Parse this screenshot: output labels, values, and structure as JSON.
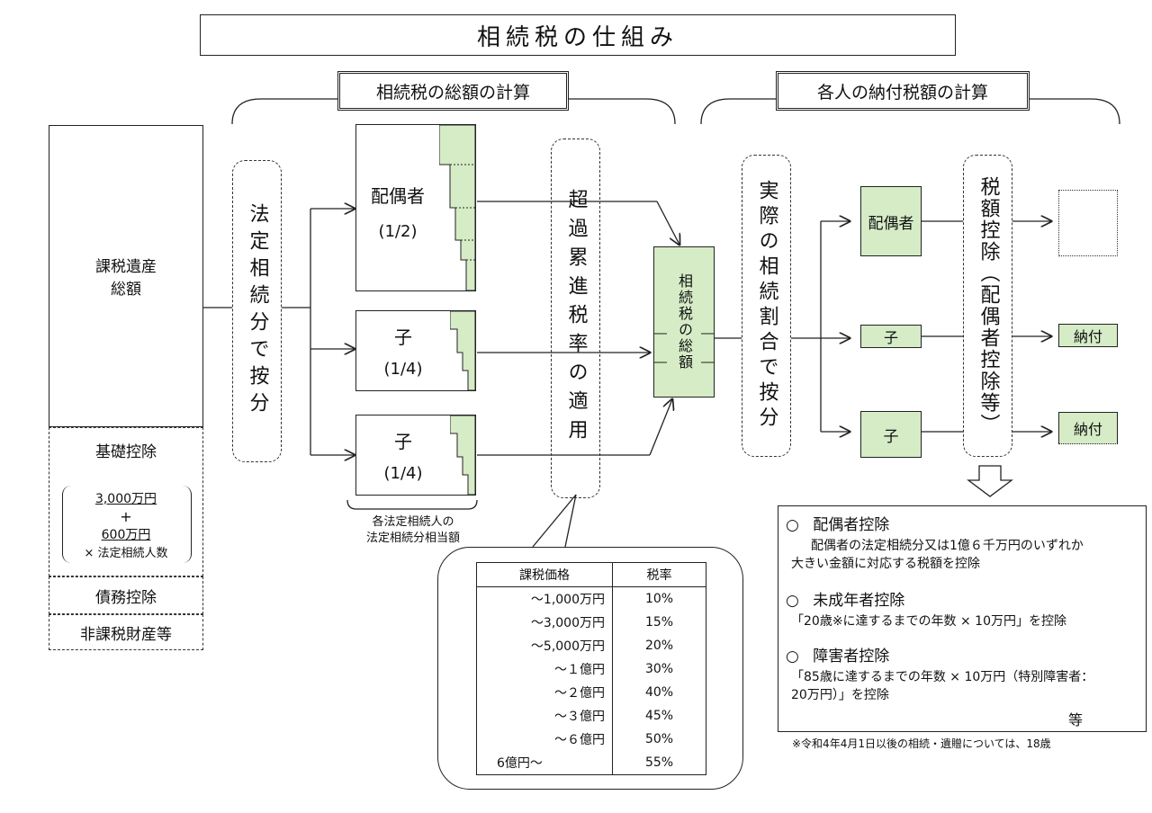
{
  "title": "相続税の仕組み",
  "section_total": "相続税の総額の計算",
  "section_each": "各人の納付税額の計算",
  "estate": {
    "taxable_total": "課税遺産\n総額",
    "basic_deduction": "基礎控除",
    "basic_amount": "3,000万円",
    "plus": "+",
    "per_heir_amount": "600万円",
    "per_heir_suffix": "× 法定相続人数",
    "debt_deduction": "債務控除",
    "non_taxable": "非課税財産等"
  },
  "step_legal_share": "法定相続分で按分",
  "heirs_legal": [
    {
      "name": "配偶者",
      "share": "(1/2)"
    },
    {
      "name": "子",
      "share": "(1/4)"
    },
    {
      "name": "子",
      "share": "(1/4)"
    }
  ],
  "legal_share_caption": "各法定相続人の\n法定相続分相当額",
  "step_progressive": "超過累進税率の適用",
  "total_tax_label": "相続税の総額",
  "step_actual_share": "実際の相続割合で按分",
  "heirs_actual": [
    "配偶者",
    "子",
    "子"
  ],
  "step_credit": "税額控除（配偶者控除等）",
  "payments": [
    "",
    "納付",
    "納付"
  ],
  "rate_table": {
    "headers": [
      "課税価格",
      "税率"
    ],
    "rows": [
      [
        "～1,000万円",
        "10%"
      ],
      [
        "～3,000万円",
        "15%"
      ],
      [
        "～5,000万円",
        "20%"
      ],
      [
        "～１億円",
        "30%"
      ],
      [
        "～２億円",
        "40%"
      ],
      [
        "～３億円",
        "45%"
      ],
      [
        "～６億円",
        "50%"
      ],
      [
        "6億円～",
        "55%"
      ]
    ]
  },
  "deductions": [
    {
      "marker": "○",
      "title": "配偶者控除",
      "body": "配偶者の法定相続分又は1億６千万円のいずれか\n大きい金額に対応する税額を控除"
    },
    {
      "marker": "○",
      "title": "未成年者控除",
      "body": "「20歳※に達するまでの年数 × 10万円」を控除"
    },
    {
      "marker": "○",
      "title": "障害者控除",
      "body": "「85歳に達するまでの年数 × 10万円（特別障害者：\n20万円）」を控除"
    }
  ],
  "etc": "等",
  "footnote": "※令和4年4月1日以後の相続・遺贈については、18歳",
  "colors": {
    "green": "#d5ecc6",
    "line": "#222222"
  }
}
